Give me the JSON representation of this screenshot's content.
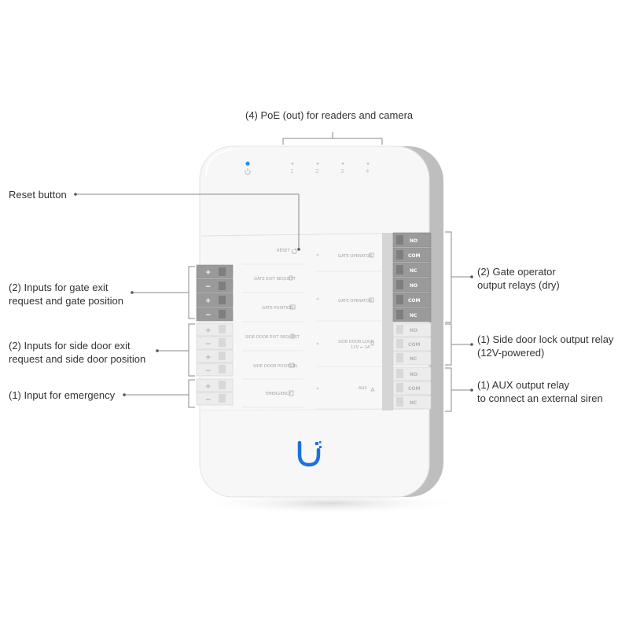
{
  "callouts": {
    "poe_out": "(4) PoE (out) for readers and camera",
    "reset_button": "Reset button",
    "gate_inputs_line1": "(2) Inputs for gate exit",
    "gate_inputs_line2": "request and gate position",
    "side_inputs_line1": "(2) Inputs for side door exit",
    "side_inputs_line2": "request and side door position",
    "emergency_input": "(1) Input for emergency",
    "gate_relays_line1": "(2) Gate operator",
    "gate_relays_line2": "output relays (dry)",
    "side_relay_line1": "(1) Side door lock output relay",
    "side_relay_line2": "(12V-powered)",
    "aux_relay_line1": "(1) AUX output relay",
    "aux_relay_line2": "to connect an external siren"
  },
  "device": {
    "brand_logo": "ui-logo",
    "port_labels_left": [
      "RESET",
      "GATE EXIT REQUEST",
      "GATE POSITION",
      "SIDE DOOR EXIT REQUEST",
      "SIDE DOOR POSITION",
      "EMERGENCY"
    ],
    "port_labels_right": [
      "GATE OPERATOR",
      "GATE OPERATOR",
      "SIDE DOOR LOCK",
      "AUX"
    ],
    "lock_voltage": "12V ⎓ 1A",
    "input_terminals": [
      "+",
      "−",
      "+",
      "−",
      "+",
      "−",
      "+",
      "−",
      "+",
      "−"
    ],
    "relay_terminals": [
      "NO",
      "COM",
      "NC",
      "NO",
      "COM",
      "NC",
      "NO",
      "COM",
      "NC",
      "NO",
      "COM",
      "NC"
    ],
    "poe_port_numbers": [
      "1",
      "2",
      "3",
      "4"
    ],
    "colors": {
      "body": "#f7f7f7",
      "gate_terminal": "#9a9a9a",
      "side_terminal": "#e6e6e6",
      "status_led": "#2f8ff0",
      "leader_line": "#8a8a8a"
    }
  }
}
